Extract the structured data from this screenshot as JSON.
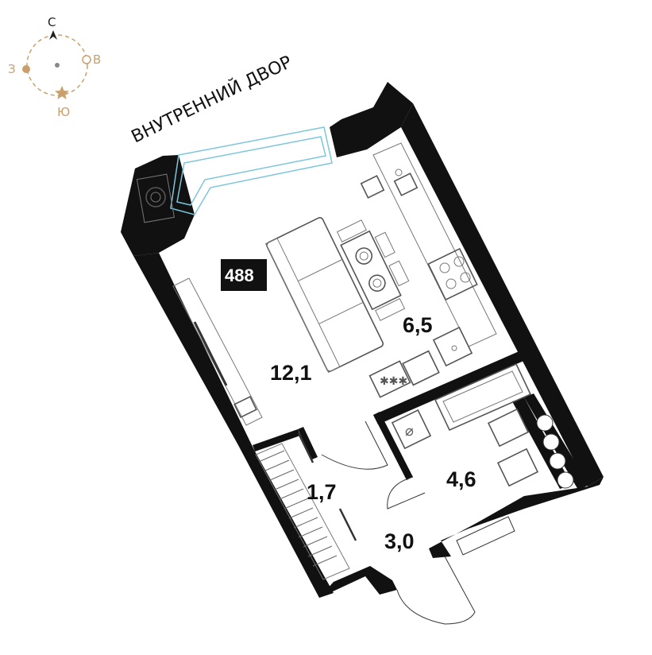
{
  "compass": {
    "north": "С",
    "east": "В",
    "south": "Ю",
    "west": "З",
    "accent_color": "#c9a06b",
    "north_color": "#222222"
  },
  "courtyard_label": "ВНУТРЕННИЙ ДВОР",
  "apartment_number": "488",
  "rooms": {
    "living": "12,1",
    "kitchen": "6,5",
    "bathroom": "4,6",
    "wardrobe": "1,7",
    "hallway": "3,0"
  },
  "colors": {
    "walls": "#111111",
    "window": "#7cc6dc",
    "furniture": "#555555",
    "badge": "#111111"
  }
}
